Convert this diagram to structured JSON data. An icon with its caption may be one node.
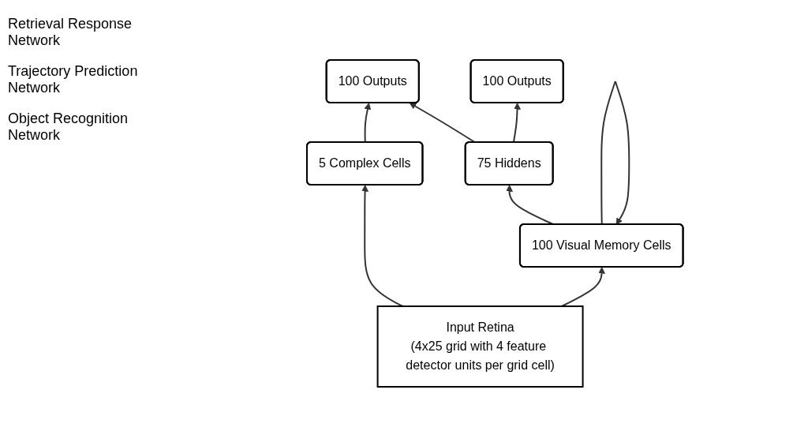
{
  "diagram": {
    "nodes": [
      {
        "text": [
          "100 Outputs"
        ]
      },
      {
        "text": [
          "100 Outputs"
        ]
      },
      {
        "text": [
          "75 Hiddens"
        ]
      },
      {
        "text": [
          "5 Complex Cells"
        ]
      },
      {
        "text": [
          "100 Visual Memory Cells"
        ]
      },
      {
        "text": [
          "Input Retina",
          "(4x25 grid with 4 feature detector units per grid cell)"
        ]
      }
    ],
    "edges": [
      {
        "from": 2,
        "to": 0,
        "arrow": "to"
      },
      {
        "from": 2,
        "to": 1,
        "arrow": "to"
      },
      {
        "from": 3,
        "to": 0,
        "arrow": "to"
      },
      {
        "from": 4,
        "to": 2,
        "arrow": "to"
      },
      {
        "from": 4,
        "to": 4,
        "arrow": "to"
      },
      {
        "from": 5,
        "to": 3,
        "arrow": "to"
      },
      {
        "from": 5,
        "to": 4,
        "arrow": "to"
      }
    ],
    "labels": [
      "Retrieval Response Network",
      "Trajectory Prediction Network",
      "Object Recognition Network"
    ]
  }
}
